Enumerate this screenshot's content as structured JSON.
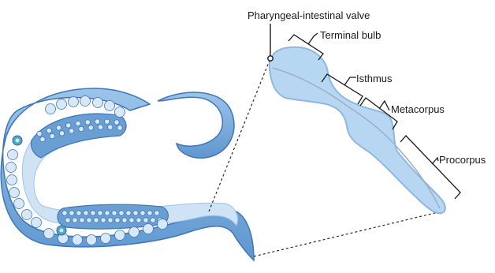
{
  "labels": {
    "valve": "Pharyngeal-intestinal valve",
    "terminal_bulb": "Terminal bulb",
    "isthmus": "Isthmus",
    "metacorpus": "Metacorpus",
    "procorpus": "Procorpus"
  },
  "colors": {
    "body_fill": "#7cb0e0",
    "body_edge": "#3f76b6",
    "body_light": "#cfe3f5",
    "cell_fill": "#d9e8f6",
    "pharynx_fill": "#b7d6f2",
    "pharynx_edge": "#8fb8df",
    "lumen": "#9ab0c6",
    "ink": "#1a1a1a"
  }
}
